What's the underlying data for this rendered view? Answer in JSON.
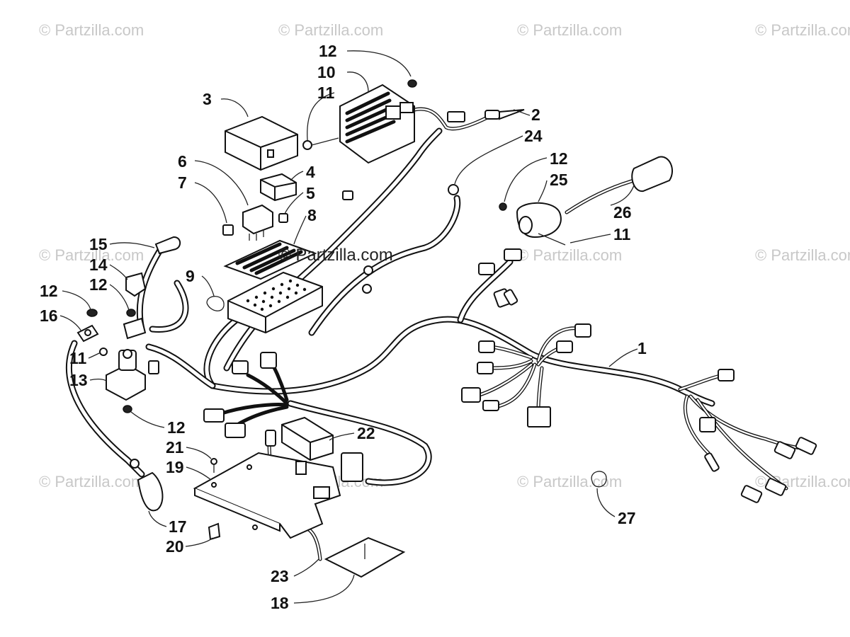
{
  "watermarks": {
    "corner_text": "© Partzilla.com",
    "center_text": "© Partzilla.com"
  },
  "callouts": {
    "c1": "1",
    "c2": "2",
    "c3": "3",
    "c4": "4",
    "c5": "5",
    "c6": "6",
    "c7": "7",
    "c8": "8",
    "c9": "9",
    "c10": "10",
    "c11a": "11",
    "c11b": "11",
    "c11c": "11",
    "c12a": "12",
    "c12b": "12",
    "c12c": "12",
    "c12d": "12",
    "c12e": "12",
    "c13": "13",
    "c14": "14",
    "c15": "15",
    "c16": "16",
    "c17": "17",
    "c18": "18",
    "c19": "19",
    "c20": "20",
    "c21": "21",
    "c22": "22",
    "c23": "23",
    "c24": "24",
    "c25": "25",
    "c26": "26",
    "c27": "27"
  },
  "colors": {
    "line": "#111111",
    "watermark": "#c8c8c8",
    "background": "#ffffff"
  }
}
